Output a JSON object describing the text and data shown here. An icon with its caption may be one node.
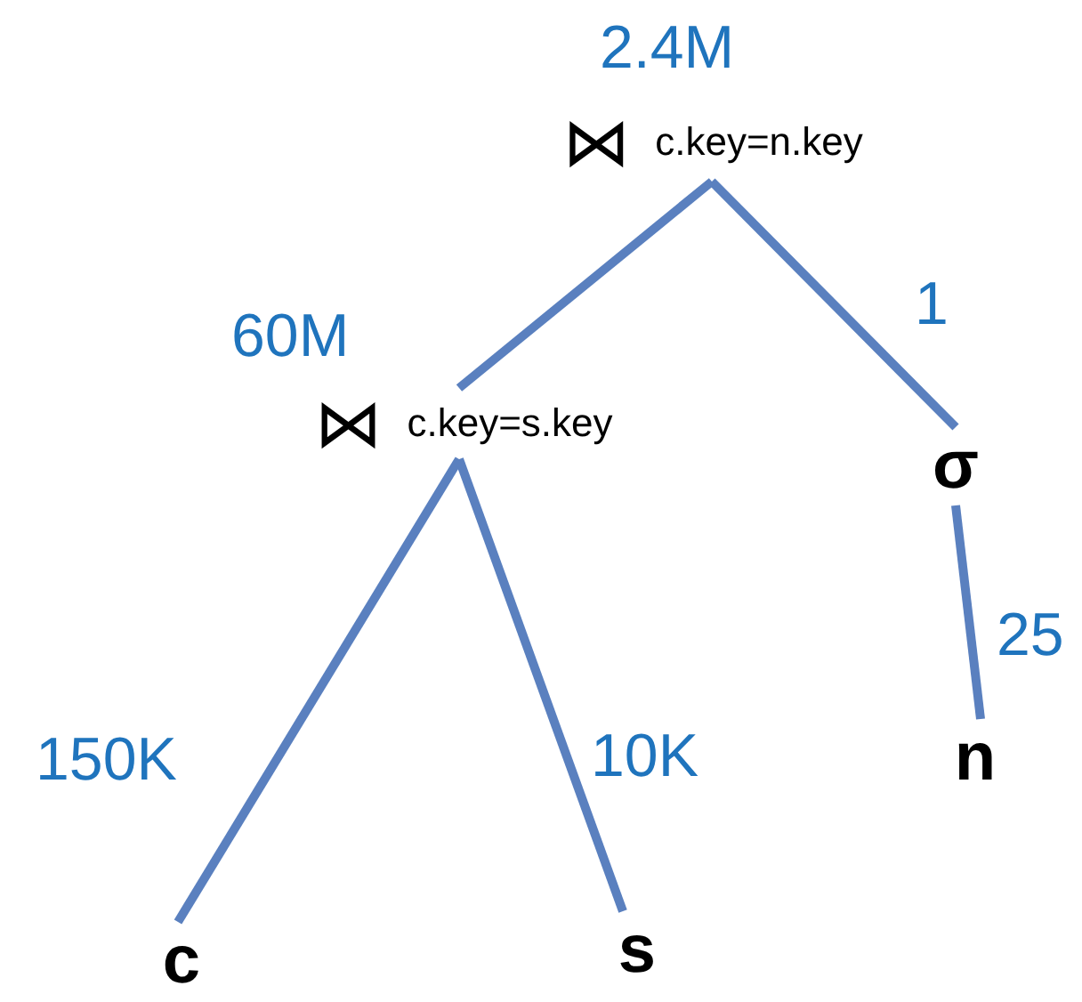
{
  "diagram": {
    "nodes": [
      {
        "text": [
          "⋈",
          "c.key=n.key"
        ],
        "beside": [
          "2.4M"
        ]
      },
      {
        "text": [
          "⋈",
          "c.key=s.key"
        ]
      },
      {
        "text": [
          "σ"
        ]
      },
      {
        "text": [
          "c"
        ]
      },
      {
        "text": [
          "s"
        ]
      },
      {
        "text": [
          "n"
        ]
      }
    ],
    "edges": [
      {
        "from": 0,
        "to": 1,
        "arrow": "none",
        "label": "60M"
      },
      {
        "from": 0,
        "to": 2,
        "arrow": "none",
        "label": "1"
      },
      {
        "from": 1,
        "to": 3,
        "arrow": "none",
        "label": "150K"
      },
      {
        "from": 1,
        "to": 4,
        "arrow": "none",
        "label": "10K"
      },
      {
        "from": 2,
        "to": 5,
        "arrow": "none",
        "label": "25"
      }
    ]
  }
}
